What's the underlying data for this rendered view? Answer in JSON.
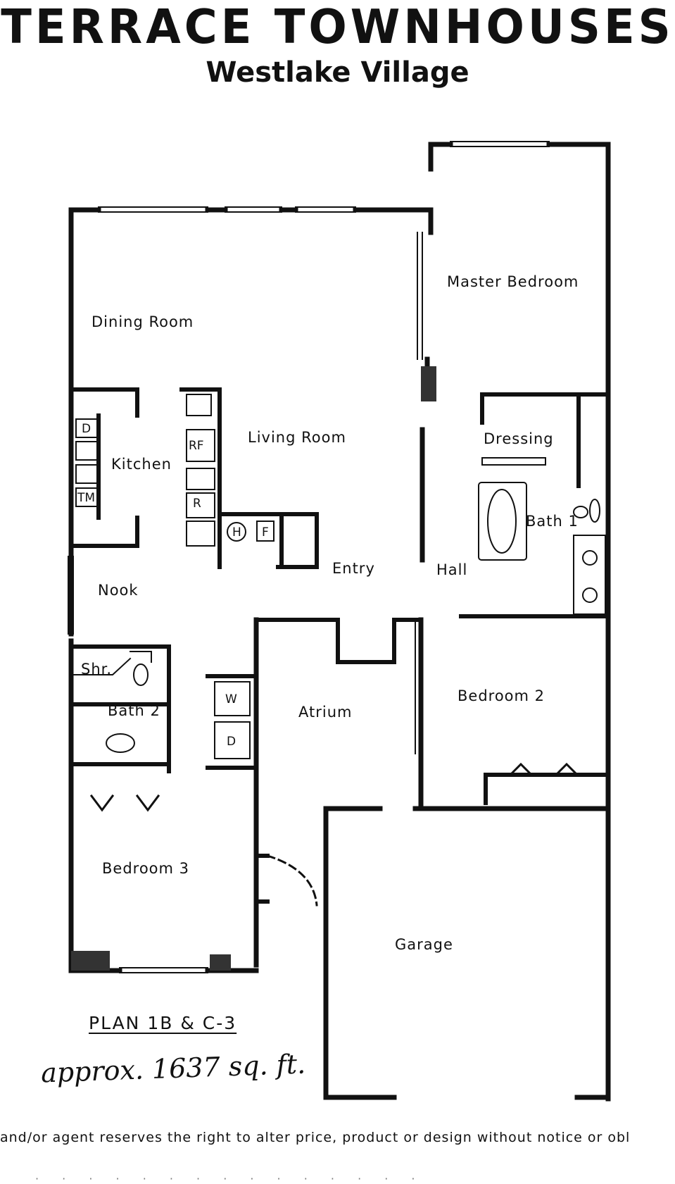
{
  "header": {
    "title": "TERRACE TOWNHOUSES",
    "subtitle": "Westlake Village"
  },
  "rooms": {
    "dining_room": "Dining Room",
    "living_room": "Living Room",
    "kitchen": "Kitchen",
    "nook": "Nook",
    "entry": "Entry",
    "hall": "Hall",
    "master_bedroom": "Master Bedroom",
    "dressing": "Dressing",
    "bath1": "Bath 1",
    "bath2": "Bath 2",
    "shower": "Shr.",
    "bedroom2": "Bedroom 2",
    "bedroom3": "Bedroom 3",
    "atrium": "Atrium",
    "garage": "Garage"
  },
  "fixtures": {
    "dishwasher": "D",
    "trash_masher": "TM",
    "refrigerator": "RF",
    "range": "R",
    "heater": "H",
    "furnace": "F",
    "washer": "W",
    "dryer": "D"
  },
  "plan": {
    "name": "PLAN 1B & C-3",
    "area": "approx. 1637 sq. ft."
  },
  "footer": {
    "disclaimer": "and/or agent reserves the right to alter price, product or design without notice or obl",
    "fragment": "· · · · · · · · · · · · · · ·"
  }
}
